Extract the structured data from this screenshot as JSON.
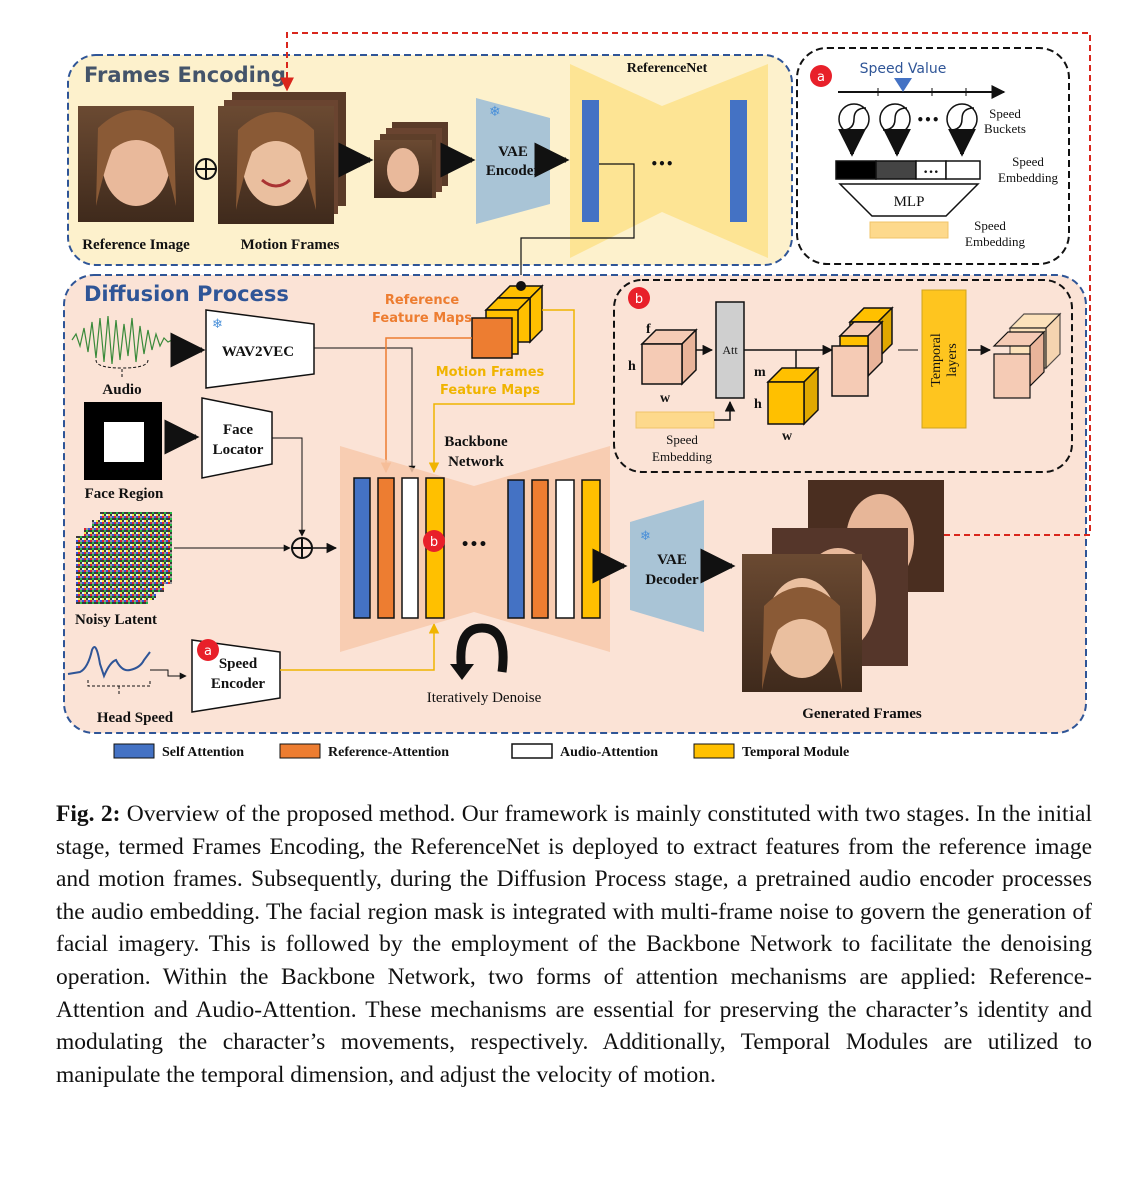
{
  "figure": {
    "sections": {
      "frames_encoding": "Frames Encoding",
      "diffusion_process": "Diffusion Process"
    },
    "frames_encoding": {
      "reference_image": "Reference Image",
      "motion_frames": "Motion Frames",
      "vae_encoder": [
        "VAE",
        "Encoder"
      ],
      "referencenet": "ReferenceNet",
      "ellipsis": "•••"
    },
    "speed_panel": {
      "marker": "a",
      "speed_value": "Speed Value",
      "speed_buckets": [
        "Speed",
        "Buckets"
      ],
      "speed_embedding_top": [
        "Speed",
        "Embedding"
      ],
      "mlp": "MLP",
      "speed_embedding_bottom": [
        "Speed",
        "Embedding"
      ],
      "ellipsis": "•••"
    },
    "diffusion": {
      "audio": "Audio",
      "wav2vec": "WAV2VEC",
      "face_region": "Face Region",
      "face_locator": [
        "Face",
        "Locator"
      ],
      "noisy_latent": "Noisy Latent",
      "head_speed": "Head Speed",
      "speed_encoder": [
        "Speed",
        "Encoder"
      ],
      "speed_encoder_marker": "a",
      "reference_feature_maps": [
        "Reference",
        "Feature Maps"
      ],
      "motion_frames_feature_maps": [
        "Motion Frames",
        "Feature Maps"
      ],
      "backbone_network": [
        "Backbone",
        "Network"
      ],
      "backbone_marker": "b",
      "ellipsis": "•••",
      "iteratively_denoise": "Iteratively Denoise",
      "vae_decoder": [
        "VAE",
        "Decoder"
      ],
      "generated_frames": "Generated Frames"
    },
    "temporal_panel": {
      "marker": "b",
      "dim_f": "f",
      "dim_h": "h",
      "dim_w": "w",
      "att": "Att",
      "speed_embedding": [
        "Speed",
        "Embedding"
      ],
      "dim_m": "m",
      "dim_h2": "h",
      "dim_w2": "w",
      "temporal_layers": [
        "Temporal",
        "layers"
      ]
    },
    "legend": [
      {
        "label": "Self Attention",
        "color": "#4472c4"
      },
      {
        "label": "Reference-Attention",
        "color": "#ed7d31"
      },
      {
        "label": "Audio-Attention",
        "color": "#ffffff"
      },
      {
        "label": "Temporal Module",
        "color": "#ffc000"
      }
    ],
    "colors": {
      "frames_bg": "#fdf1cc",
      "diffusion_bg": "#fbe3d6",
      "section_border": "#2f5597",
      "self_attention": "#4472c4",
      "reference_attention": "#ed7d31",
      "temporal": "#ffc000",
      "vae": "#a9c4d6",
      "marker_red": "#e8202a",
      "feedback_line": "#d9261c"
    }
  },
  "caption": {
    "label": "Fig. 2:",
    "text": "Overview of the proposed method. Our framework is mainly constituted with two stages. In the initial stage, termed Frames Encoding, the ReferenceNet is deployed to extract features from the reference image and motion frames. Subsequently, during the Diffusion Process stage, a pretrained audio encoder processes the audio embedding. The facial region mask is integrated with multi-frame noise to govern the generation of facial imagery. This is followed by the employment of the Backbone Network to facilitate the denoising operation. Within the Backbone Network, two forms of attention mechanisms are applied: Reference-Attention and Audio-Attention. These mechanisms are essential for preserving the character’s identity and modulating the character’s movements, respectively. Additionally, Temporal Modules are utilized to manipulate the temporal dimension, and adjust the velocity of motion."
  }
}
